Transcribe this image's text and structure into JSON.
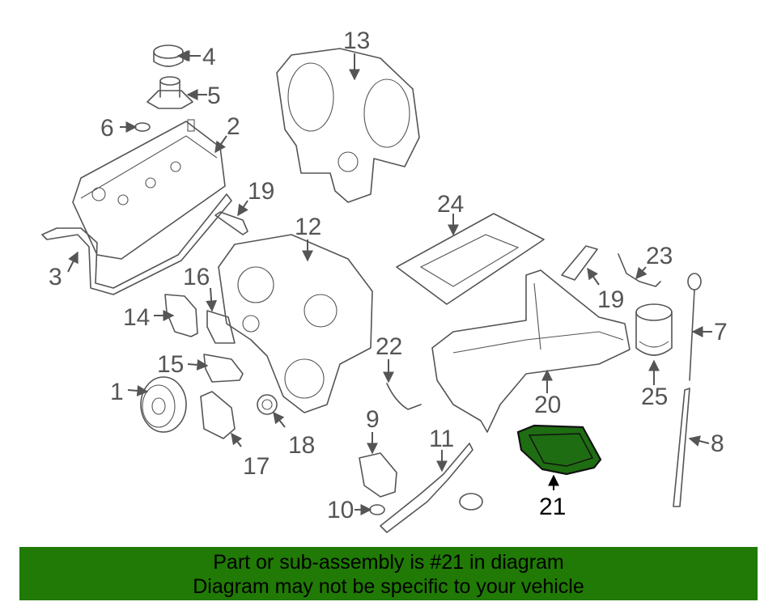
{
  "callouts": [
    "1",
    "2",
    "3",
    "4",
    "5",
    "6",
    "7",
    "8",
    "9",
    "10",
    "11",
    "12",
    "13",
    "14",
    "15",
    "16",
    "17",
    "18",
    "19",
    "19",
    "20",
    "21",
    "22",
    "23",
    "24",
    "25"
  ],
  "highlighted_part": "21",
  "banner": {
    "line1": "Part or sub-assembly is #21 in diagram",
    "line2": "Diagram may not be specific to your vehicle"
  },
  "colors": {
    "banner": "#207a05",
    "highlight": "#1f6d12",
    "line": "#555555"
  }
}
